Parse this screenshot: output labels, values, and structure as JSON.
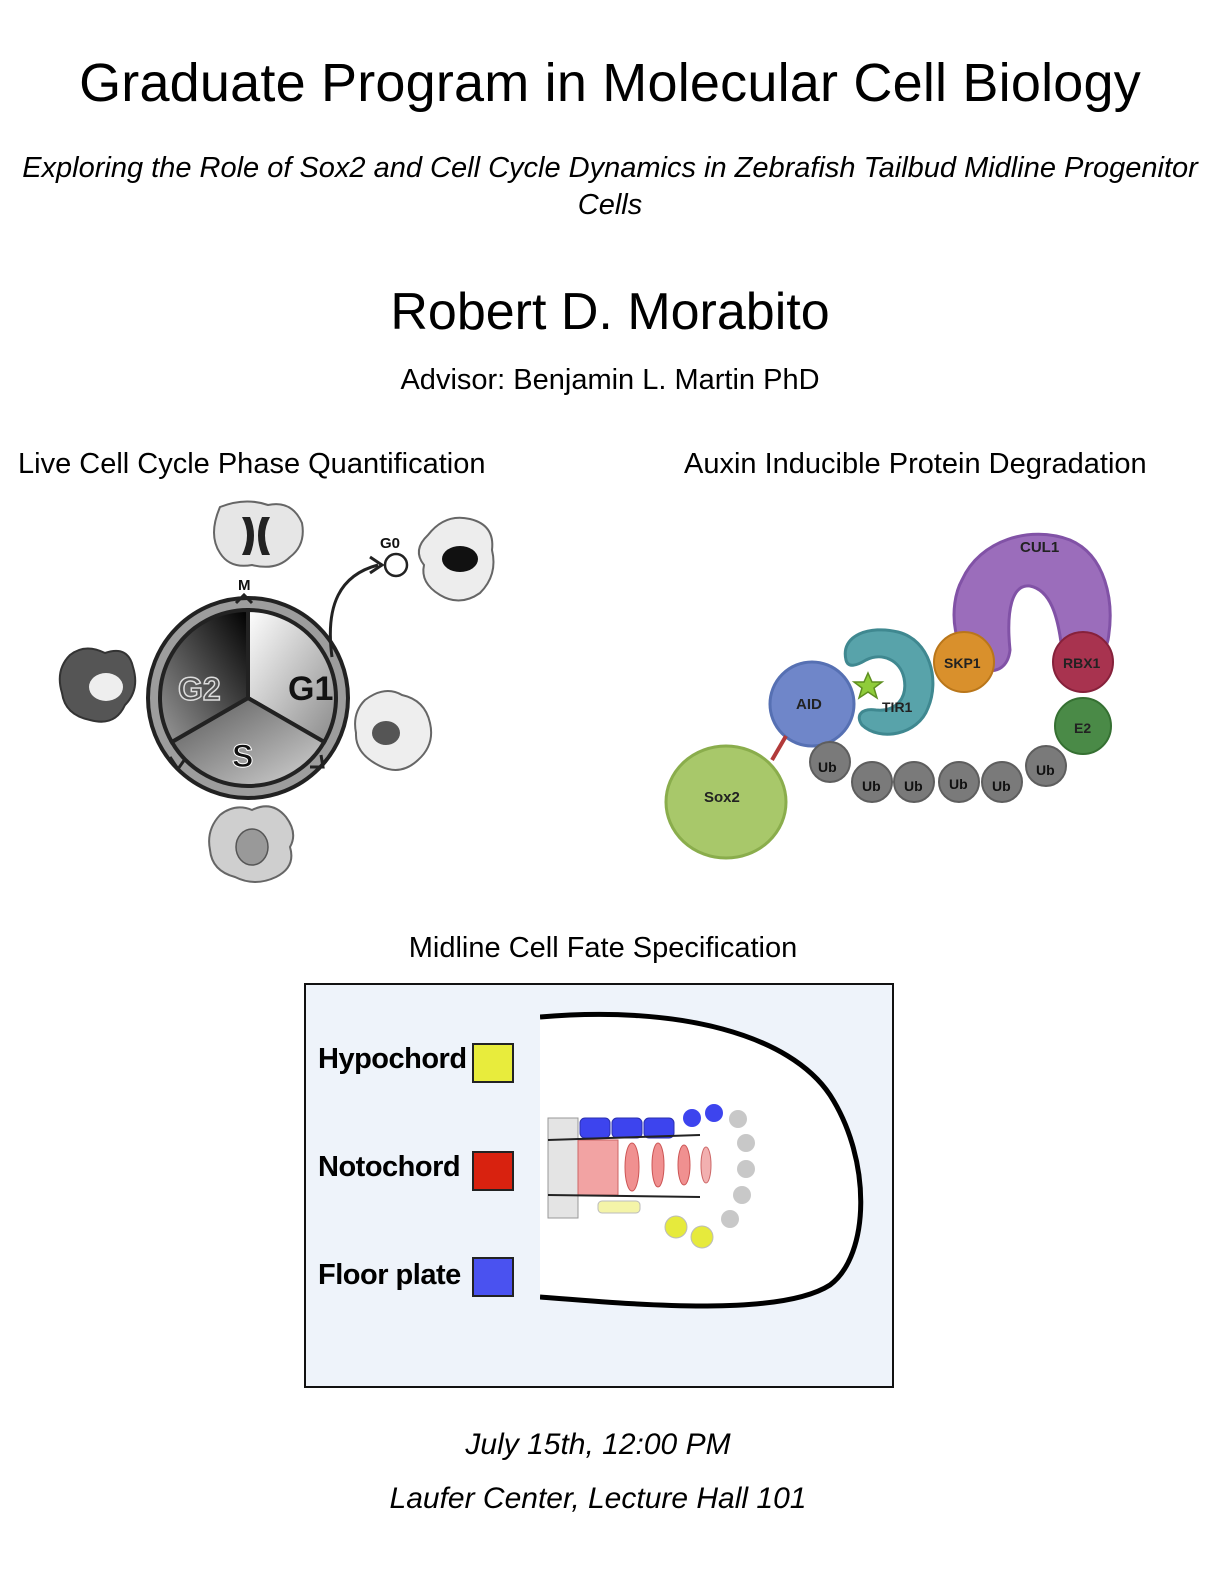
{
  "header": {
    "program": "Graduate Program in Molecular Cell Biology",
    "talk_title": "Exploring the Role of Sox2 and Cell Cycle Dynamics in Zebrafish Tailbud Midline Progenitor Cells",
    "speaker": "Robert D. Morabito",
    "advisor": "Advisor: Benjamin L. Martin PhD"
  },
  "sections": {
    "cycle": "Live Cell Cycle Phase Quantification",
    "auxin": "Auxin Inducible Protein Degradation",
    "midline": "Midline Cell Fate Specification"
  },
  "cell_cycle": {
    "phases": [
      "G1",
      "S",
      "G2"
    ],
    "m_label": "M",
    "g0_label": "G0"
  },
  "degradation": {
    "proteins": [
      "CUL1",
      "SKP1",
      "RBX1",
      "E2",
      "TIR1",
      "AID",
      "Sox2"
    ],
    "ubiquitin_label": "Ub"
  },
  "legend": {
    "items": [
      {
        "label": "Hypochord",
        "color": "#e8ec3c"
      },
      {
        "label": "Notochord",
        "color": "#d8220f"
      },
      {
        "label": "Floor plate",
        "color": "#4a52f0"
      }
    ]
  },
  "event": {
    "date": "July 15th, 12:00 PM",
    "location": "Laufer Center, Lecture Hall 101"
  }
}
